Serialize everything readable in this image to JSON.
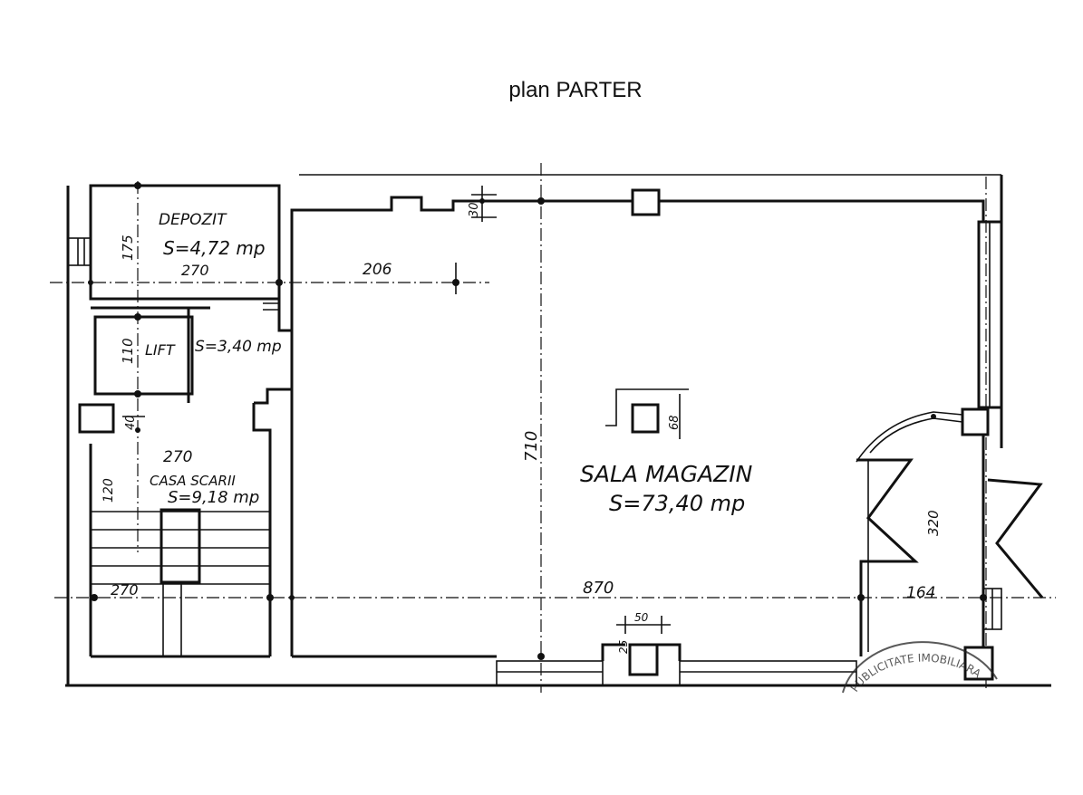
{
  "title": "plan PARTER",
  "rooms": {
    "depozit": {
      "name": "DEPOZIT",
      "area": "S=4,72 mp",
      "width": "270",
      "depth": "175"
    },
    "lift": {
      "name": "LIFT",
      "area": "S=3,40 mp",
      "depth": "110"
    },
    "casa_scarii": {
      "name": "CASA SCARII",
      "area": "S=9,18 mp",
      "width": "270",
      "depth": "120",
      "pillar": "40"
    },
    "sala_magazin": {
      "name": "SALA MAGAZIN",
      "area": "S=73,40 mp"
    }
  },
  "dimensions": {
    "d206": "206",
    "d30": "30",
    "d710": "710",
    "d870": "870",
    "d270_bottom": "270",
    "d164": "164",
    "d320": "320",
    "d50": "50",
    "d25": "25",
    "d68": "68"
  },
  "stamp": {
    "text": "PUBLICITATE IMOBILIARA"
  }
}
